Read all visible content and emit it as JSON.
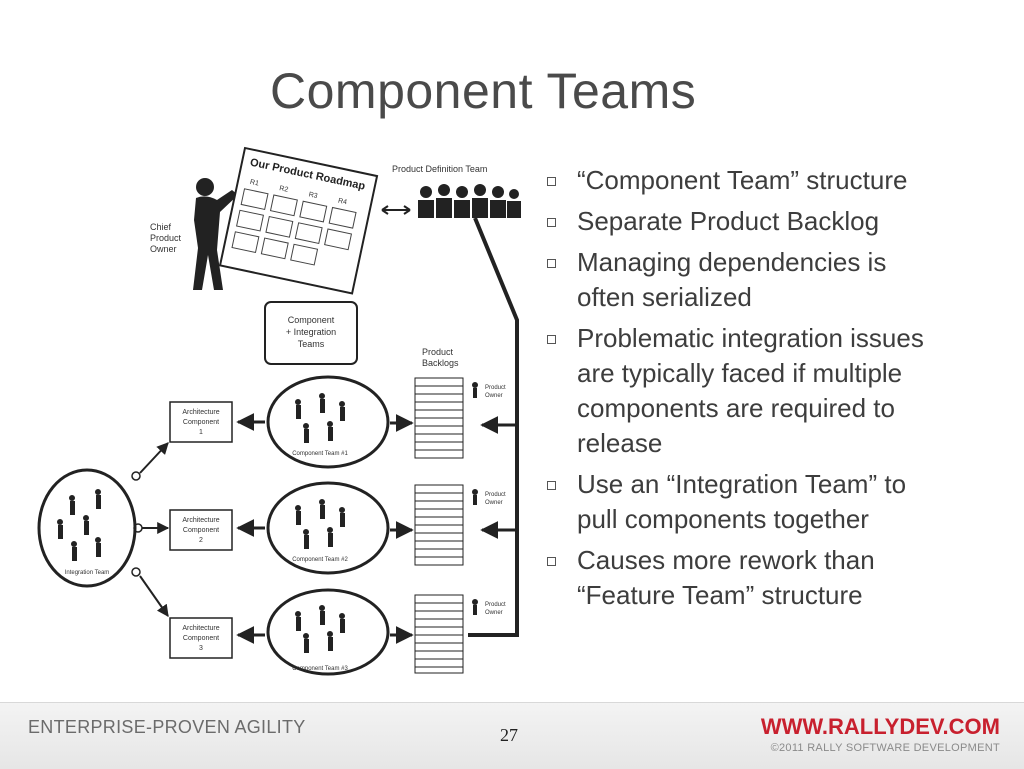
{
  "slide": {
    "title": "Component Teams",
    "page_number": "27"
  },
  "diagram": {
    "chief_po_lines": [
      "Chief",
      "Product",
      "Owner"
    ],
    "roadmap_title": "Our Product Roadmap",
    "roadmap_cols": [
      "R1",
      "R2",
      "R3",
      "R4"
    ],
    "pdt_label": "Product Definition Team",
    "ci_lines": [
      "Component",
      "+ Integration",
      "Teams"
    ],
    "backlogs_lines": [
      "Product",
      "Backlogs"
    ],
    "arch_word1": "Architecture",
    "arch_word2": "Component",
    "arch_nums": [
      "1",
      "2",
      "3"
    ],
    "team_labels": [
      "Component Team #1",
      "Component Team #2",
      "Component Team #3"
    ],
    "po_lines": [
      "Product",
      "Owner"
    ],
    "integration_label": "Integration Team"
  },
  "bullets": [
    {
      "lines": [
        "“Component Team” structure"
      ]
    },
    {
      "lines": [
        "Separate Product Backlog"
      ]
    },
    {
      "lines": [
        "Managing dependencies is",
        "often serialized"
      ]
    },
    {
      "lines": [
        "Problematic integration issues",
        "are typically faced if multiple",
        "components are required to",
        "release"
      ]
    },
    {
      "lines": [
        "Use an “Integration Team” to",
        "pull components together"
      ]
    },
    {
      "lines": [
        "Causes more rework than",
        "“Feature Team” structure"
      ]
    }
  ],
  "footer": {
    "left": "ENTERPRISE-PROVEN AGILITY",
    "url": "WWW.RALLYDEV.COM",
    "copyright": "©2011 RALLY SOFTWARE DEVELOPMENT"
  },
  "colors": {
    "brand_red": "#c8202e",
    "title_gray": "#4a4a4a"
  }
}
